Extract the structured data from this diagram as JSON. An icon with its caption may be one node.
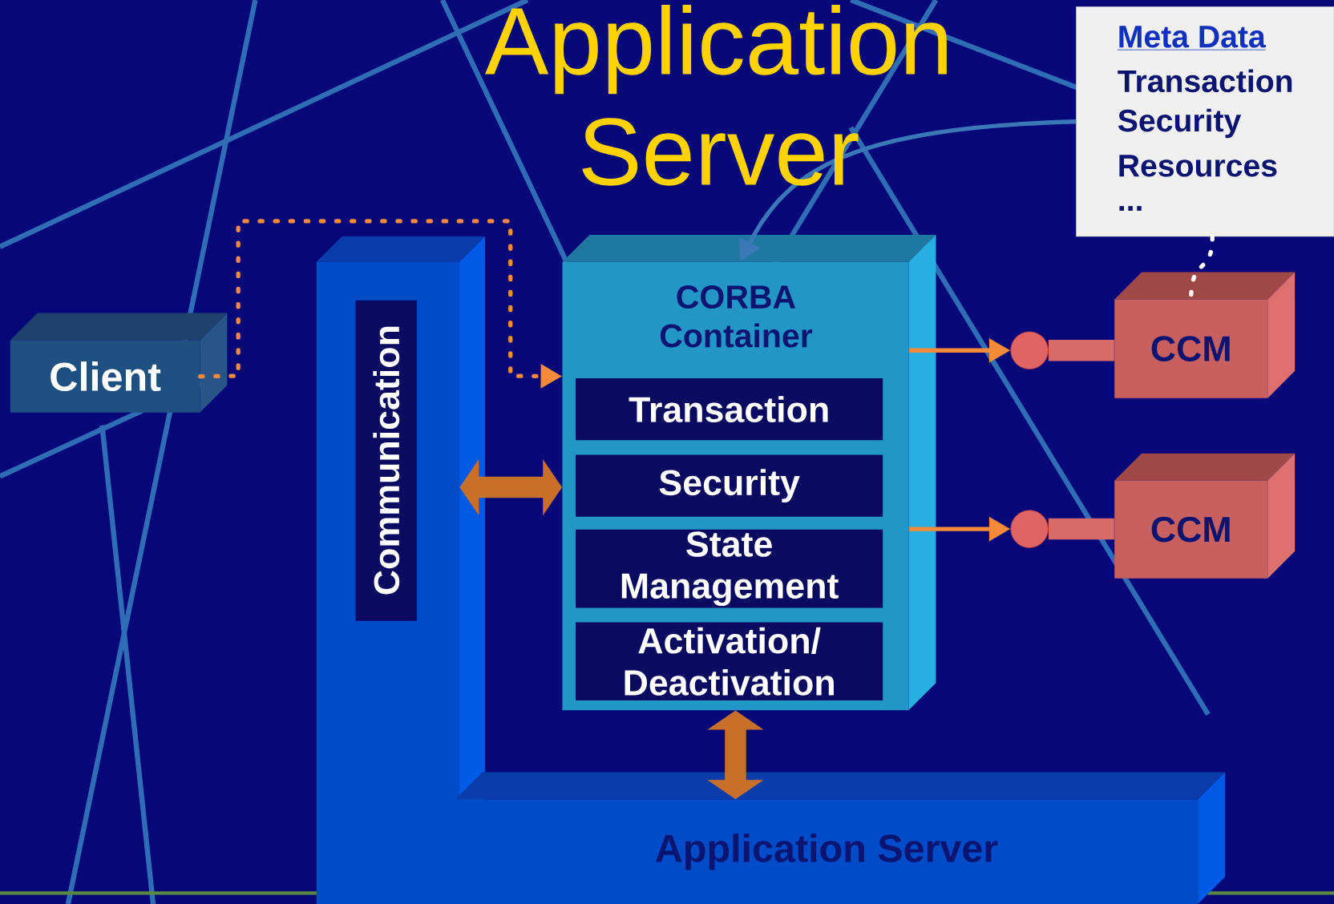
{
  "diagram": {
    "title": "Application Server",
    "nodes": [
      {
        "text": [
          "Client"
        ]
      },
      {
        "text": [
          "Communication"
        ]
      },
      {
        "text": [
          "CORBA Container"
        ]
      },
      {
        "text": [
          "Transaction"
        ],
        "in": 2
      },
      {
        "text": [
          "Security"
        ],
        "in": 2
      },
      {
        "text": [
          "State Management"
        ],
        "in": 2
      },
      {
        "text": [
          "Activation/ Deactivation"
        ],
        "in": 2
      },
      {
        "text": [
          "Application Server"
        ]
      },
      {
        "text": [
          "Meta Data",
          "Transaction",
          "Security",
          "Resources",
          "..."
        ]
      },
      {
        "text": [
          "CCM"
        ]
      },
      {
        "text": [
          "CCM"
        ]
      },
      {
        "text": [],
        "shape": "circle"
      },
      {
        "text": [],
        "shape": "circle"
      }
    ],
    "edges": [
      {
        "from": 0,
        "to": 2,
        "arrow": "to",
        "style": "dashed"
      },
      {
        "from": 1,
        "to": 2,
        "arrow": "both",
        "style": "thick"
      },
      {
        "from": 2,
        "to": 7,
        "arrow": "both",
        "style": "thick"
      },
      {
        "from": 8,
        "to": 2,
        "arrow": "to",
        "color": "#3a78b8"
      },
      {
        "from": 8,
        "to": 9,
        "arrow": "none",
        "style": "dashed",
        "color": "#ffffff"
      },
      {
        "from": 2,
        "to": 11,
        "arrow": "to"
      },
      {
        "from": 11,
        "to": 9,
        "arrow": "none",
        "style": "thick",
        "color": "#d86a6a"
      },
      {
        "from": 2,
        "to": 12,
        "arrow": "to"
      },
      {
        "from": 12,
        "to": 10,
        "arrow": "none",
        "style": "thick",
        "color": "#d86a6a"
      }
    ]
  }
}
